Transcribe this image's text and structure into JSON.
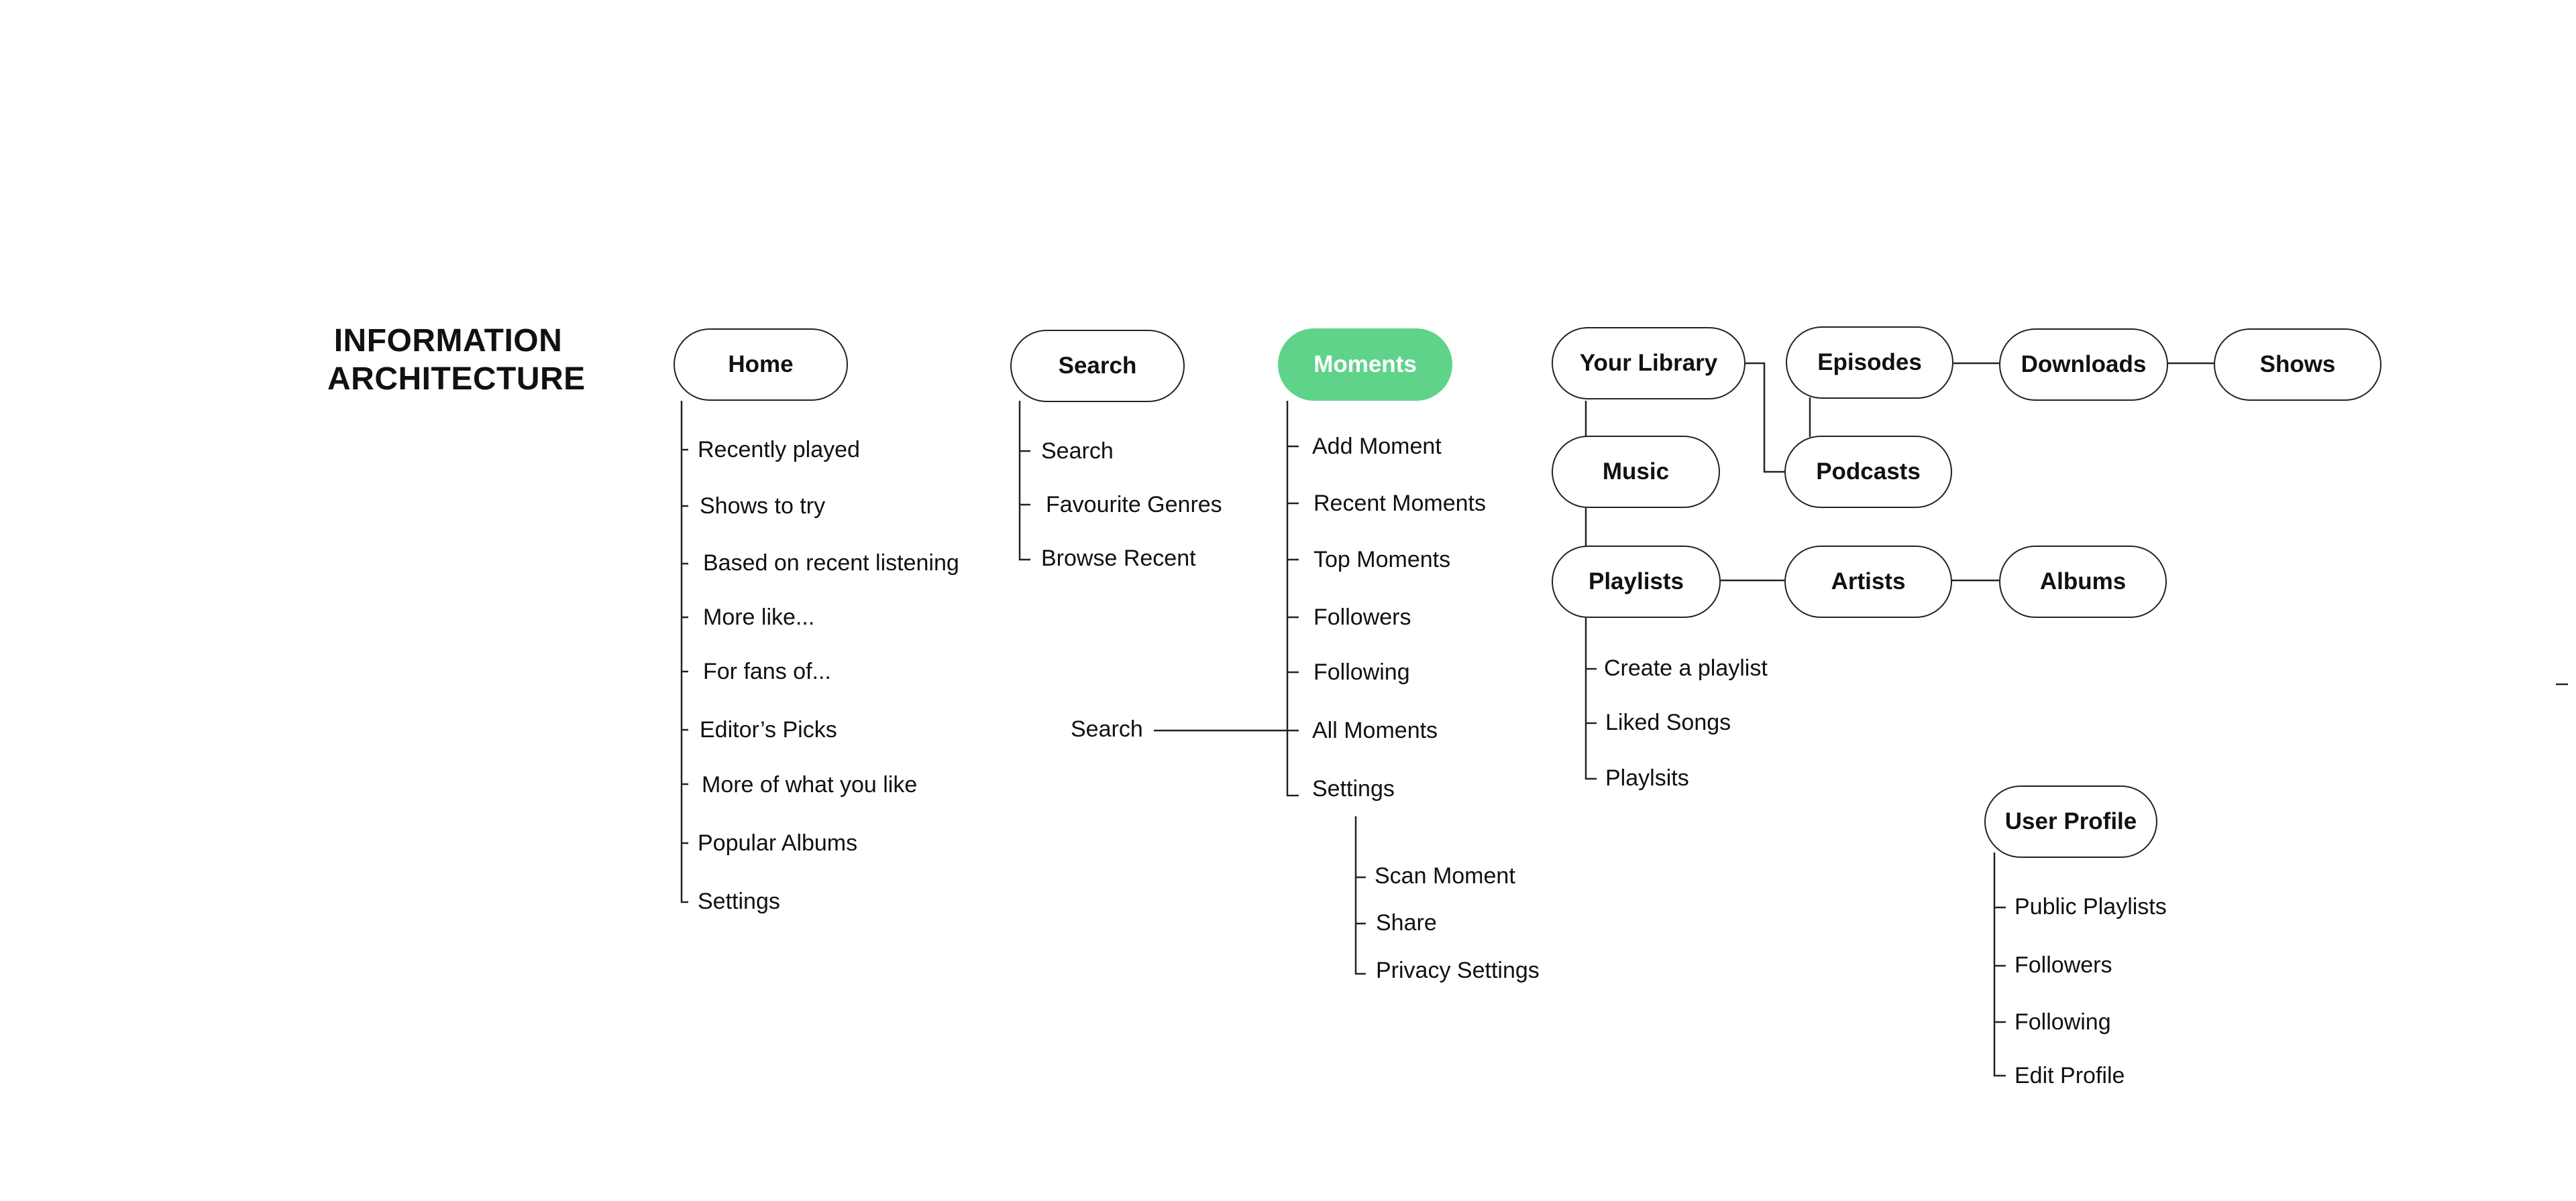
{
  "title": {
    "line1": "INFORMATION",
    "line2": "ARCHITECTURE"
  },
  "colors": {
    "accent": "#5fd38a",
    "stroke": "#222222",
    "text": "#111111"
  },
  "nodes": {
    "home": "Home",
    "search": "Search",
    "moments": "Moments",
    "your_library": "Your Library",
    "episodes": "Episodes",
    "downloads": "Downloads",
    "shows": "Shows",
    "music": "Music",
    "podcasts": "Podcasts",
    "playlists": "Playlists",
    "artists": "Artists",
    "albums": "Albums",
    "user_profile": "User Profile"
  },
  "home_items": [
    "Recently played",
    "Shows to try",
    "Based on recent listening",
    "More like...",
    "For fans of...",
    "Editor’s Picks",
    "More of what you like",
    "Popular Albums",
    "Settings"
  ],
  "search_items": [
    "Search",
    "Favourite Genres",
    "Browse Recent"
  ],
  "moments_items": [
    "Add Moment",
    "Recent Moments",
    "Top Moments",
    "Followers",
    "Following",
    "All Moments",
    "Settings"
  ],
  "moments_search_label": "Search",
  "moments_settings_items": [
    "Scan Moment",
    "Share",
    "Privacy Settings"
  ],
  "playlists_items": [
    "Create a playlist",
    "Liked Songs",
    "Playlsits"
  ],
  "user_profile_items": [
    "Public Playlists",
    "Followers",
    "Following",
    "Edit Profile"
  ]
}
